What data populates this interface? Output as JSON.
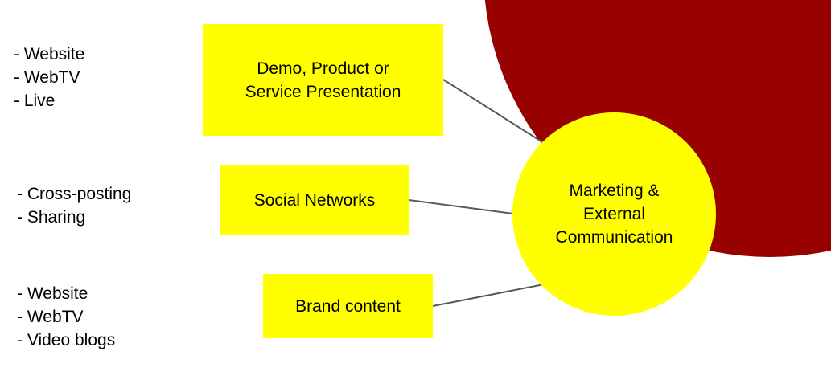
{
  "diagram": {
    "hub": {
      "label": "Marketing & External Communication"
    },
    "nodes": [
      {
        "id": "demo",
        "label_lines": [
          "Demo, Product or",
          "Service Presentation"
        ]
      },
      {
        "id": "social",
        "label_lines": [
          "Social Networks"
        ]
      },
      {
        "id": "brand",
        "label_lines": [
          "Brand content"
        ]
      }
    ],
    "lists": [
      {
        "items": [
          "- Website",
          "- WebTV",
          "- Live"
        ]
      },
      {
        "items": [
          "- Cross-posting",
          "- Sharing"
        ]
      },
      {
        "items": [
          "- Website",
          "- WebTV",
          "- Video blogs"
        ]
      }
    ],
    "edges": [
      {
        "from": "demo",
        "to": "hub"
      },
      {
        "from": "social",
        "to": "hub"
      },
      {
        "from": "brand",
        "to": "hub"
      }
    ]
  },
  "colors": {
    "box_fill": "#ffff00",
    "hub_fill": "#ffff00",
    "accent_circle": "#990000",
    "connector": "#595959",
    "text": "#000000",
    "background": "#ffffff"
  }
}
